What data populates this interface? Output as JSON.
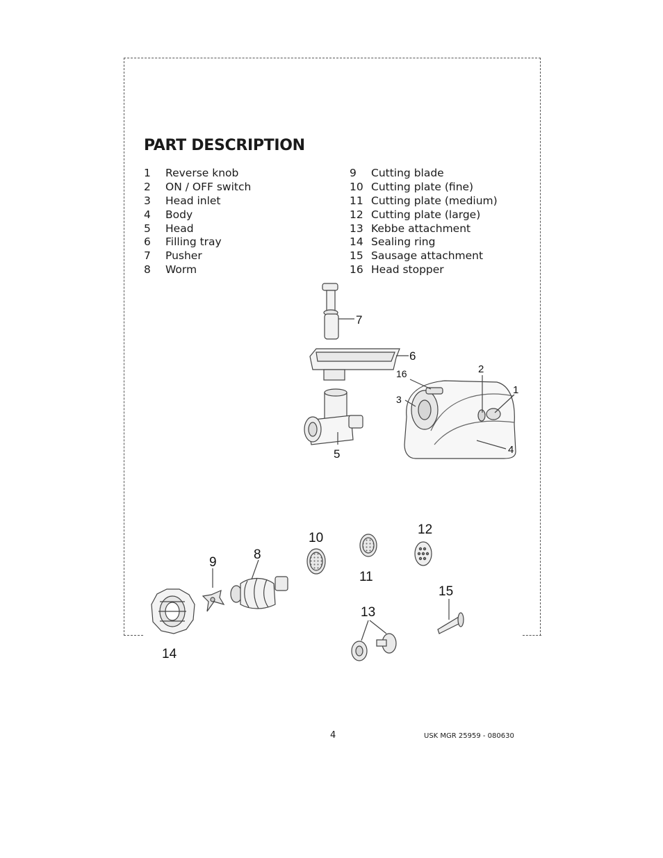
{
  "title": "PART DESCRIPTION",
  "parts_left": [
    {
      "num": "1",
      "name": "Reverse knob"
    },
    {
      "num": "2",
      "name": "ON / OFF switch"
    },
    {
      "num": "3",
      "name": "Head inlet"
    },
    {
      "num": "4",
      "name": "Body"
    },
    {
      "num": "5",
      "name": "Head"
    },
    {
      "num": "6",
      "name": "Filling tray"
    },
    {
      "num": "7",
      "name": "Pusher"
    },
    {
      "num": "8",
      "name": "Worm"
    }
  ],
  "parts_right": [
    {
      "num": "9",
      "name": "Cutting blade"
    },
    {
      "num": "10",
      "name": "Cutting plate (fine)"
    },
    {
      "num": "11",
      "name": "Cutting plate (medium)"
    },
    {
      "num": "12",
      "name": "Cutting plate (large)"
    },
    {
      "num": "13",
      "name": "Kebbe attachment"
    },
    {
      "num": "14",
      "name": "Sealing ring"
    },
    {
      "num": "15",
      "name": "Sausage attachment"
    },
    {
      "num": "16",
      "name": "Head stopper"
    }
  ],
  "callouts": {
    "c1": "1",
    "c2": "2",
    "c3": "3",
    "c4": "4",
    "c5": "5",
    "c6": "6",
    "c7": "7",
    "c8": "8",
    "c9": "9",
    "c10": "10",
    "c11": "11",
    "c12": "12",
    "c13": "13",
    "c14": "14",
    "c15": "15",
    "c16": "16"
  },
  "footer": {
    "page_number": "4",
    "model_code": "USK MGR 25959 - 080630"
  }
}
